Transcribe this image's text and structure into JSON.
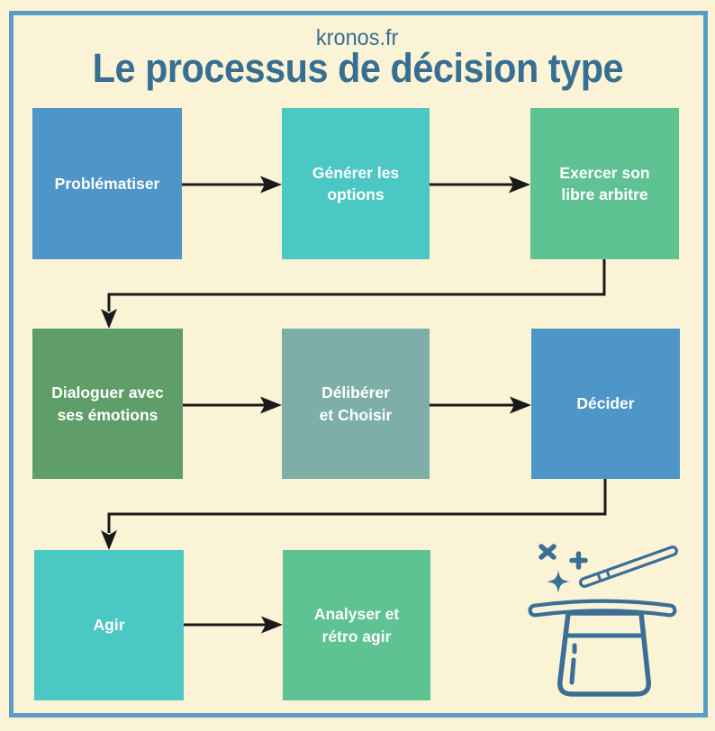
{
  "header": {
    "site": "kronos.fr",
    "title": "Le processus de décision type"
  },
  "colors": {
    "background": "#fbf3d6",
    "frame_border": "#5a9dc8",
    "title_text": "#376f92",
    "box_text": "#ffffff",
    "arrow": "#1a1a1a",
    "icon": "#3a7096"
  },
  "flowchart": {
    "boxes": [
      {
        "label": "Problématiser",
        "lines": [
          "Problématiser"
        ],
        "color": "#4e95c8"
      },
      {
        "label": "Générer les options",
        "lines": [
          "Générer les",
          "options"
        ],
        "color": "#4cc8c4"
      },
      {
        "label": "Exercer son libre arbitre",
        "lines": [
          "Exercer son",
          "libre arbitre"
        ],
        "color": "#5fc292"
      },
      {
        "label": "Dialoguer avec ses émotions",
        "lines": [
          "Dialoguer avec",
          "ses émotions"
        ],
        "color": "#5f9e68"
      },
      {
        "label": "Délibérer et Choisir",
        "lines": [
          "Délibérer",
          "et Choisir"
        ],
        "color": "#7daea7"
      },
      {
        "label": "Décider",
        "lines": [
          "Décider"
        ],
        "color": "#4e95c8"
      },
      {
        "label": "Agir",
        "lines": [
          "Agir"
        ],
        "color": "#4cc8c4"
      },
      {
        "label": "Analyser et rétro agir",
        "lines": [
          "Analyser et",
          "rétro agir"
        ],
        "color": "#5fc292"
      }
    ],
    "connections": [
      {
        "from": "Problématiser",
        "to": "Générer les options"
      },
      {
        "from": "Générer les options",
        "to": "Exercer son libre arbitre"
      },
      {
        "from": "Exercer son libre arbitre",
        "to": "Dialoguer avec ses émotions"
      },
      {
        "from": "Dialoguer avec ses émotions",
        "to": "Délibérer et Choisir"
      },
      {
        "from": "Délibérer et Choisir",
        "to": "Décider"
      },
      {
        "from": "Décider",
        "to": "Agir"
      },
      {
        "from": "Agir",
        "to": "Analyser et rétro agir"
      }
    ]
  },
  "icon": {
    "name": "magic-hat-with-wand-and-sparkles"
  }
}
